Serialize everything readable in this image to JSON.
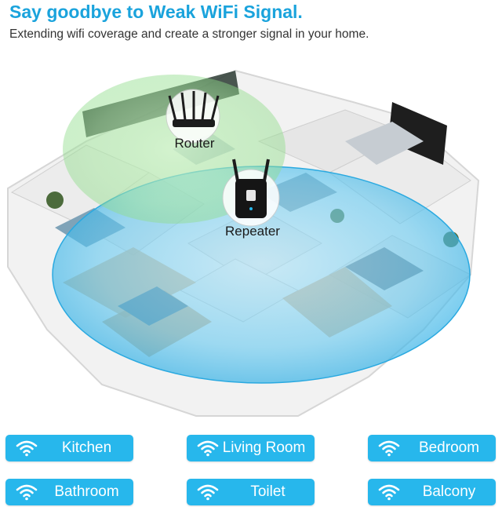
{
  "header": {
    "title": "Say goodbye to Weak WiFi Signal.",
    "subtitle": "Extending wifi coverage and create a stronger signal in your home."
  },
  "scene": {
    "router_label": "Router",
    "repeater_label": "Repeater",
    "router_coverage_color": "#9fe39a",
    "repeater_coverage_color": "#5cc6ef"
  },
  "rooms": [
    {
      "label": "Kitchen",
      "icon": "wifi-icon"
    },
    {
      "label": "Living Room",
      "icon": "wifi-icon"
    },
    {
      "label": "Bedroom",
      "icon": "wifi-icon"
    },
    {
      "label": "Bathroom",
      "icon": "wifi-icon"
    },
    {
      "label": "Toilet",
      "icon": "wifi-icon"
    },
    {
      "label": "Balcony",
      "icon": "wifi-icon"
    }
  ],
  "colors": {
    "accent": "#1aa3dc",
    "button_bg": "#27b7ec"
  }
}
